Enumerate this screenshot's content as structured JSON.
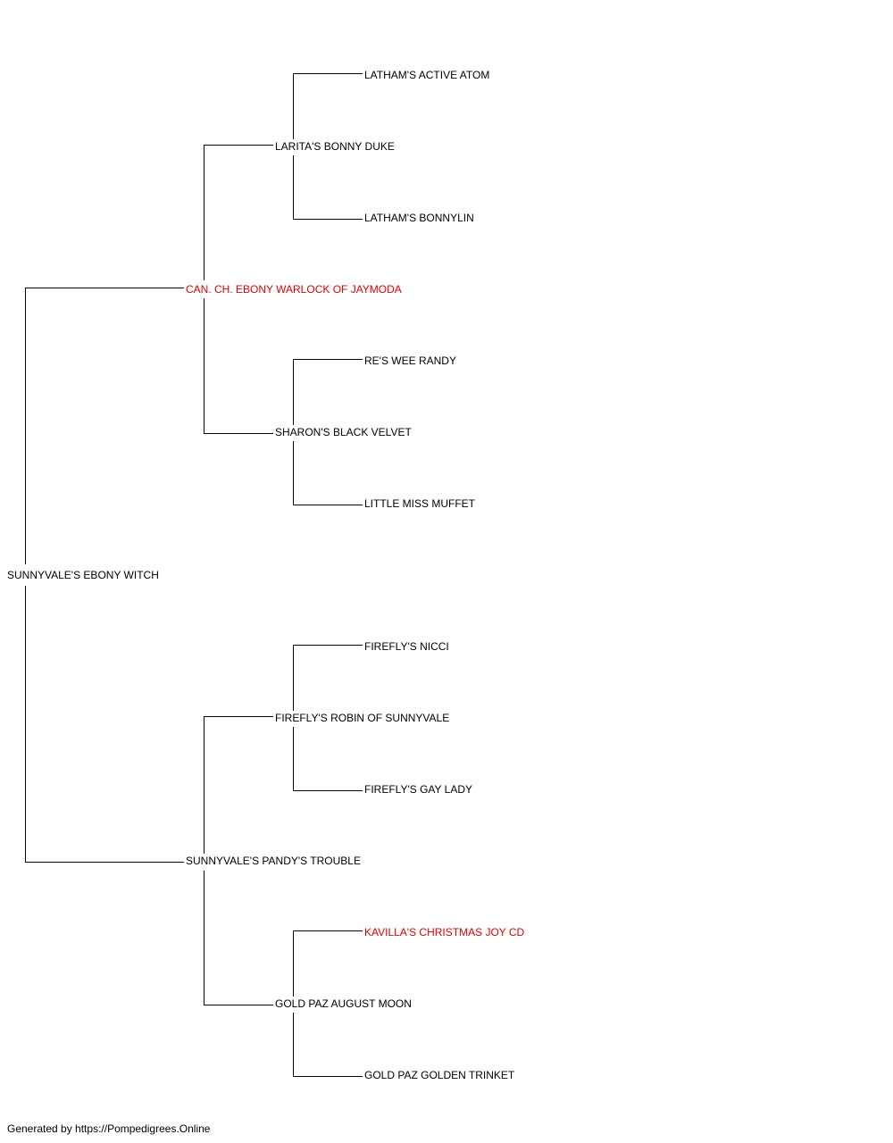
{
  "pedigree": {
    "subject": {
      "name": "SUNNYVALE'S EBONY WITCH",
      "highlight": false
    },
    "sire": {
      "name": "CAN. CH. EBONY WARLOCK OF JAYMODA",
      "highlight": true
    },
    "sire_sire": {
      "name": "LARITA'S BONNY DUKE",
      "highlight": false
    },
    "sire_sire_sire": {
      "name": "LATHAM'S ACTIVE ATOM",
      "highlight": false
    },
    "sire_sire_dam": {
      "name": "LATHAM'S BONNYLIN",
      "highlight": false
    },
    "sire_dam": {
      "name": "SHARON'S BLACK VELVET",
      "highlight": false
    },
    "sire_dam_sire": {
      "name": "RE'S WEE RANDY",
      "highlight": false
    },
    "sire_dam_dam": {
      "name": "LITTLE MISS MUFFET",
      "highlight": false
    },
    "dam": {
      "name": "SUNNYVALE'S PANDY'S TROUBLE",
      "highlight": false
    },
    "dam_sire": {
      "name": "FIREFLY'S ROBIN OF SUNNYVALE",
      "highlight": false
    },
    "dam_sire_sire": {
      "name": "FIREFLY'S NICCI",
      "highlight": false
    },
    "dam_sire_dam": {
      "name": "FIREFLY'S GAY LADY",
      "highlight": false
    },
    "dam_dam": {
      "name": "GOLD PAZ AUGUST MOON",
      "highlight": false
    },
    "dam_dam_sire": {
      "name": "KAVILLA'S CHRISTMAS JOY CD",
      "highlight": true
    },
    "dam_dam_dam": {
      "name": "GOLD PAZ GOLDEN TRINKET",
      "highlight": false
    }
  },
  "colors": {
    "highlight": "#e00000",
    "text": "#000000",
    "lines": "#000000"
  },
  "footer": {
    "text": "Generated by https://Pompedigrees.Online"
  }
}
